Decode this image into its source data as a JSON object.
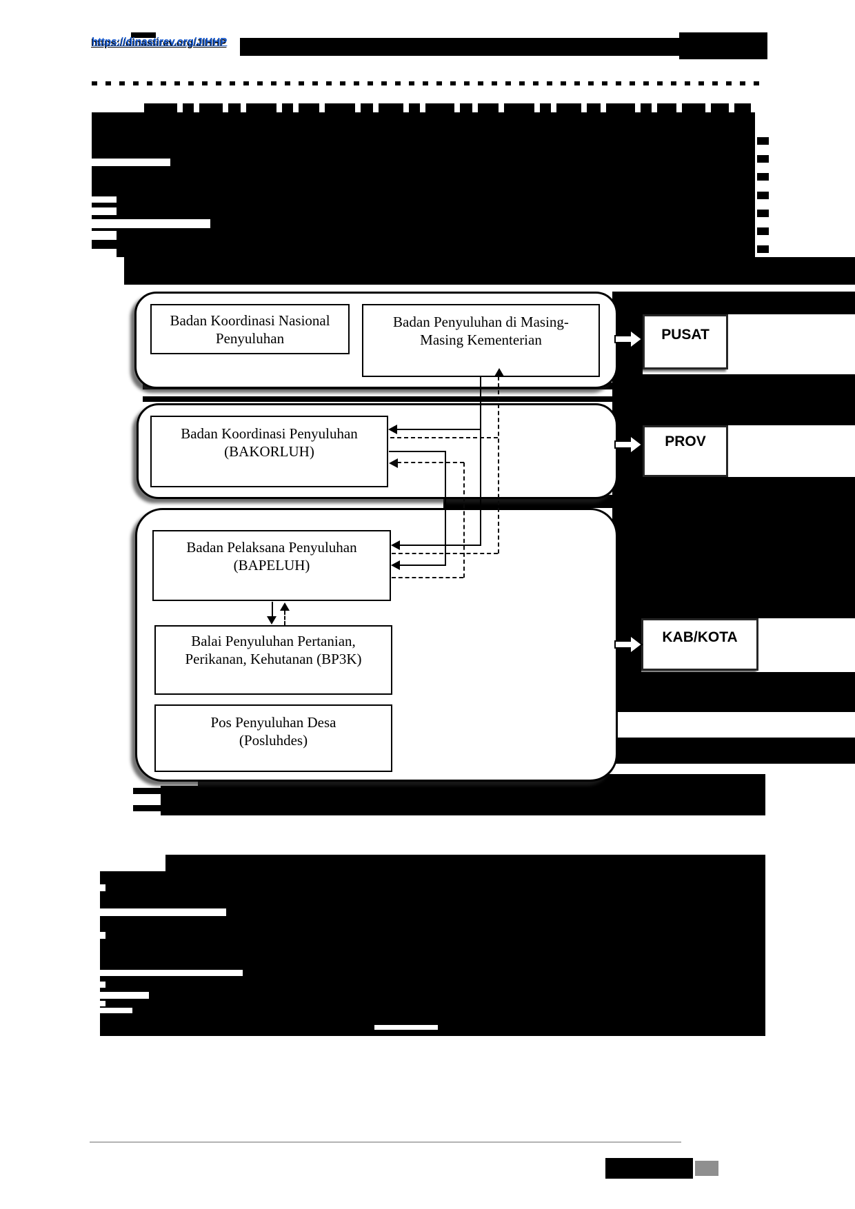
{
  "header": {
    "link": "https://dinastirev.org/JIHHP"
  },
  "figure": {
    "national_row": {
      "box_left": {
        "line1": "Badan Koordinasi Nasional",
        "line2": "Penyuluhan"
      },
      "box_right": {
        "line1": "Badan Penyuluhan di Masing-",
        "line2": "Masing Kementerian"
      },
      "level_label": "PUSAT"
    },
    "province_row": {
      "box": {
        "line1": "Badan Koordinasi Penyuluhan",
        "line2": "(BAKORLUH)"
      },
      "level_label": "PROV"
    },
    "district_row": {
      "box_bapeluh": {
        "line1": "Badan Pelaksana Penyuluhan",
        "line2": "(BAPELUH)"
      },
      "box_bp3k": {
        "line1": "Balai Penyuluhan Pertanian,",
        "line2": "Perikanan, Kehutanan (BP3K)"
      },
      "box_posluhdes": {
        "line1": "Pos Penyuluhan Desa",
        "line2": "(Posluhdes)"
      },
      "level_label": "KAB/KOTA"
    }
  },
  "colors": {
    "link_blue": "#1155CC",
    "redaction_black": "#000000",
    "footer_gray": "#8f8f8f",
    "rule_gray": "#b3b3b3"
  },
  "redactions": {
    "bars": [
      [
        190,
        47,
        36,
        8
      ],
      [
        348,
        55,
        640,
        26
      ],
      [
        985,
        47,
        128,
        39
      ],
      [
        209,
        150,
        48,
        13
      ],
      [
        265,
        150,
        16,
        13
      ],
      [
        289,
        150,
        34,
        13
      ],
      [
        331,
        150,
        18,
        13
      ],
      [
        357,
        150,
        44,
        13
      ],
      [
        409,
        150,
        16,
        13
      ],
      [
        433,
        150,
        30,
        13
      ],
      [
        471,
        150,
        44,
        13
      ],
      [
        523,
        150,
        18,
        13
      ],
      [
        549,
        150,
        36,
        13
      ],
      [
        593,
        150,
        16,
        13
      ],
      [
        617,
        150,
        42,
        13
      ],
      [
        667,
        150,
        18,
        13
      ],
      [
        693,
        150,
        30,
        13
      ],
      [
        731,
        150,
        44,
        13
      ],
      [
        783,
        150,
        16,
        13
      ],
      [
        807,
        150,
        36,
        13
      ],
      [
        851,
        150,
        20,
        13
      ],
      [
        879,
        150,
        42,
        13
      ],
      [
        929,
        150,
        16,
        13
      ],
      [
        953,
        150,
        28,
        13
      ],
      [
        989,
        150,
        34,
        13
      ],
      [
        1031,
        150,
        26,
        13
      ],
      [
        1065,
        150,
        24,
        13
      ],
      [
        133,
        163,
        962,
        210
      ],
      [
        180,
        373,
        1060,
        40
      ],
      [
        1098,
        199,
        17,
        11
      ],
      [
        1098,
        225,
        17,
        11
      ],
      [
        1098,
        251,
        17,
        11
      ],
      [
        1098,
        278,
        17,
        11
      ],
      [
        1098,
        304,
        17,
        11
      ],
      [
        1098,
        330,
        17,
        11
      ],
      [
        1098,
        356,
        17,
        11
      ],
      [
        207,
        555,
        681,
        10
      ],
      [
        207,
        575,
        681,
        8
      ],
      [
        643,
        718,
        245,
        19
      ],
      [
        888,
        423,
        352,
        33
      ],
      [
        888,
        456,
        44,
        87
      ],
      [
        888,
        543,
        352,
        74
      ],
      [
        888,
        617,
        44,
        77
      ],
      [
        888,
        692,
        352,
        205
      ],
      [
        888,
        897,
        42,
        78
      ],
      [
        888,
        975,
        352,
        58
      ],
      [
        888,
        1070,
        352,
        38
      ],
      [
        287,
        1123,
        823,
        60
      ],
      [
        233,
        1140,
        56,
        43
      ],
      [
        193,
        1143,
        40,
        9
      ],
      [
        193,
        1168,
        40,
        9
      ],
      [
        240,
        1240,
        870,
        24
      ],
      [
        145,
        1264,
        965,
        239
      ]
    ],
    "whites": [
      [
        133,
        230,
        114,
        11
      ],
      [
        133,
        318,
        172,
        13
      ],
      [
        133,
        285,
        36,
        9
      ],
      [
        133,
        301,
        36,
        11
      ],
      [
        133,
        335,
        36,
        13
      ],
      [
        133,
        361,
        36,
        12
      ],
      [
        145,
        1318,
        183,
        11
      ],
      [
        143,
        1407,
        209,
        9
      ],
      [
        145,
        1439,
        71,
        10
      ],
      [
        145,
        1462,
        47,
        8
      ],
      [
        543,
        1487,
        92,
        7
      ],
      [
        145,
        1283,
        8,
        10
      ],
      [
        145,
        1352,
        8,
        10
      ],
      [
        145,
        1424,
        8,
        9
      ],
      [
        145,
        1452,
        8,
        8
      ]
    ]
  }
}
